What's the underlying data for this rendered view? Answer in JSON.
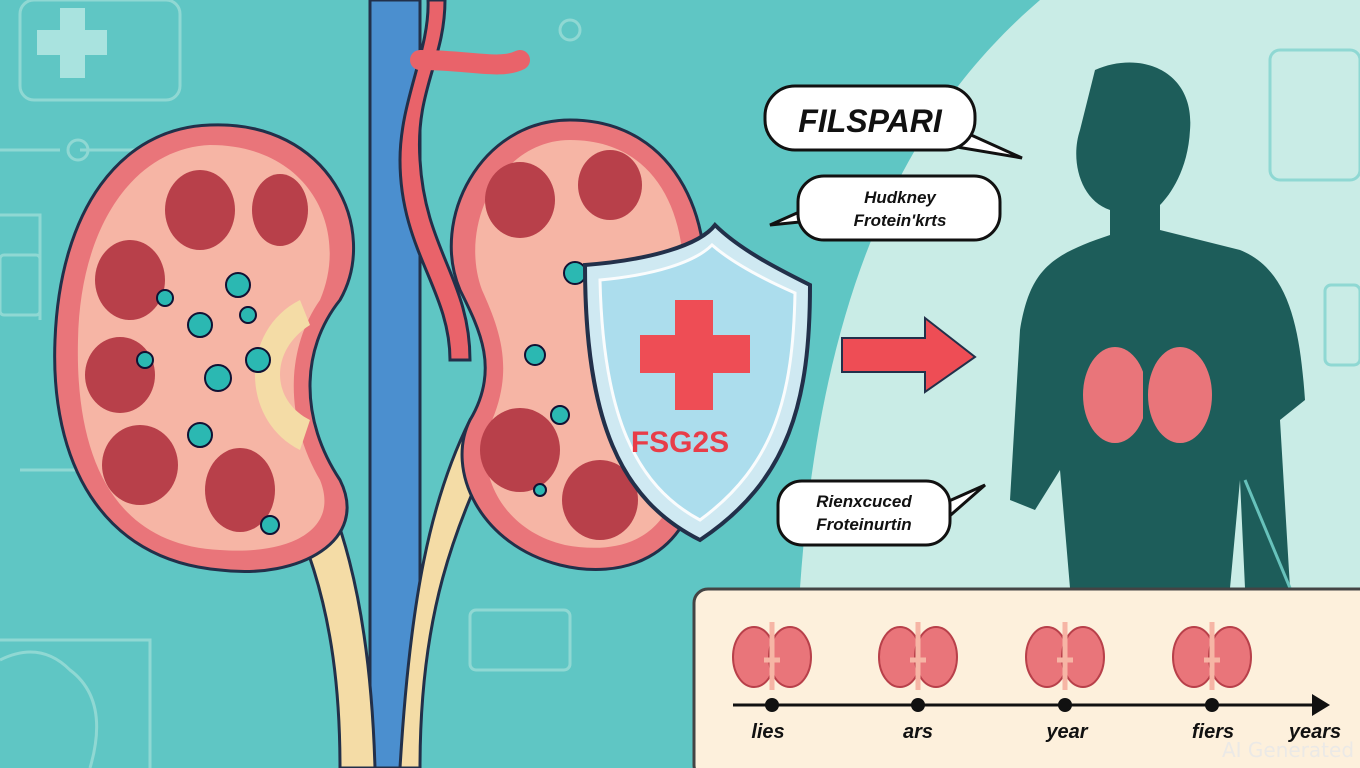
{
  "bubbles": {
    "brand": "FILSPARI",
    "kidney_line1": "Hudkney",
    "kidney_line2": "Frotein'krts",
    "reduced_line1": "Rienxcuced",
    "reduced_line2": "Froteinurtin"
  },
  "shield": {
    "label": "FSG2S"
  },
  "timeline": {
    "labels": [
      "lies",
      "ars",
      "year",
      "fiers",
      "years"
    ]
  },
  "watermark": "AI Generated",
  "colors": {
    "background": "#5fc6c4",
    "panel_light": "#c9ece6",
    "kidney": "#e9757a",
    "kidney_inner": "#f6b5a5",
    "vein": "#4b8fcf",
    "artery": "#e9636a",
    "silhouette": "#1d5d5a",
    "timeline_panel": "#fdf0dc",
    "arrow": "#ee4d55"
  }
}
